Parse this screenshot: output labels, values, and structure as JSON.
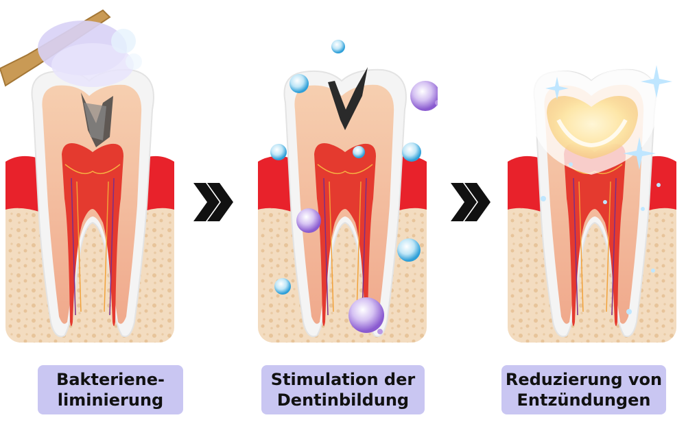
{
  "steps": [
    {
      "label": "Bakteriene-\nliminierung"
    },
    {
      "label": "Stimulation der\nDentinbildung"
    },
    {
      "label": "Reduzierung von\nEntzündungen"
    }
  ],
  "colors": {
    "label_bg": "#c9c6f2",
    "gum": "#e8222b",
    "bone": "#f3dcc0",
    "pulp": "#e43a2f",
    "enamel": "#f1f1f1",
    "bubble_blue": "#4fb5e6",
    "bubble_purple": "#9b6fd8",
    "arrow": "#111111"
  },
  "icons": [
    "toothbrush-icon",
    "chevron-right-icon",
    "sparkle-icon",
    "bubble-icon"
  ]
}
